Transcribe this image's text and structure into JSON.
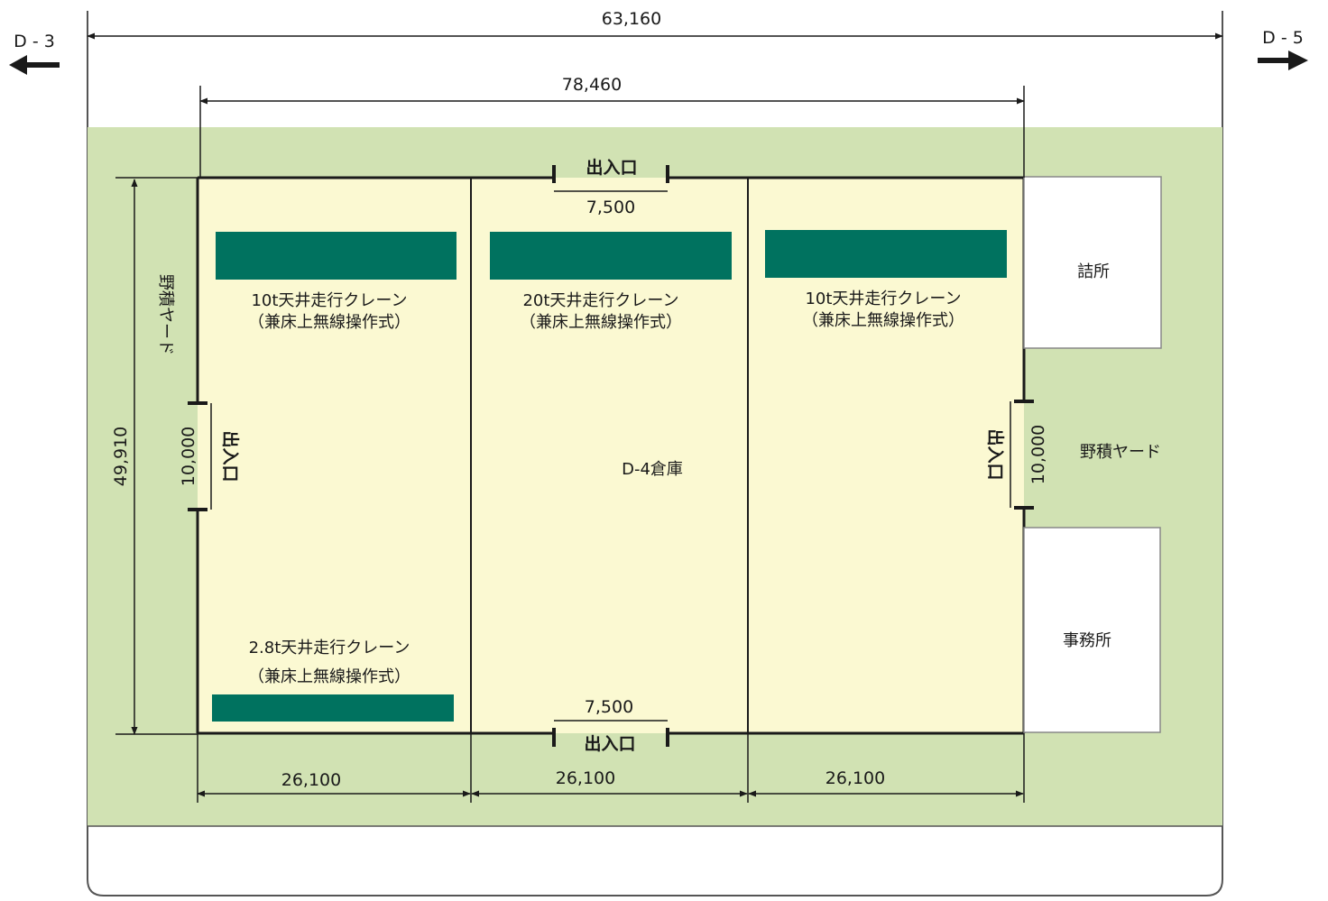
{
  "colors": {
    "yard_green": "#d1e2b3",
    "warehouse_fill": "#fbf9d2",
    "crane_bar": "#00725f",
    "line": "#1a1a1a",
    "border": "#555555"
  },
  "nav": {
    "left": "D - 3",
    "right": "D - 5"
  },
  "dimensions": {
    "overall_width": "63,160",
    "warehouse_width": "78,460",
    "depth": "49,910",
    "entrance_top": "7,500",
    "entrance_bottom": "7,500",
    "entrance_left": "10,000",
    "entrance_right": "10,000",
    "bay_1": "26,100",
    "bay_2": "26,100",
    "bay_3": "26,100"
  },
  "labels": {
    "warehouse": "D-4倉庫",
    "entrance": "出入口",
    "yard": "野積ヤード",
    "guard_house": "詰所",
    "office": "事務所"
  },
  "cranes": [
    {
      "name": "10t天井走行クレーン",
      "note": "（兼床上無線操作式）"
    },
    {
      "name": "20t天井走行クレーン",
      "note": "（兼床上無線操作式）"
    },
    {
      "name": "10t天井走行クレーン",
      "note": "（兼床上無線操作式）"
    },
    {
      "name": "2.8t天井走行クレーン",
      "note": "（兼床上無線操作式）"
    }
  ]
}
